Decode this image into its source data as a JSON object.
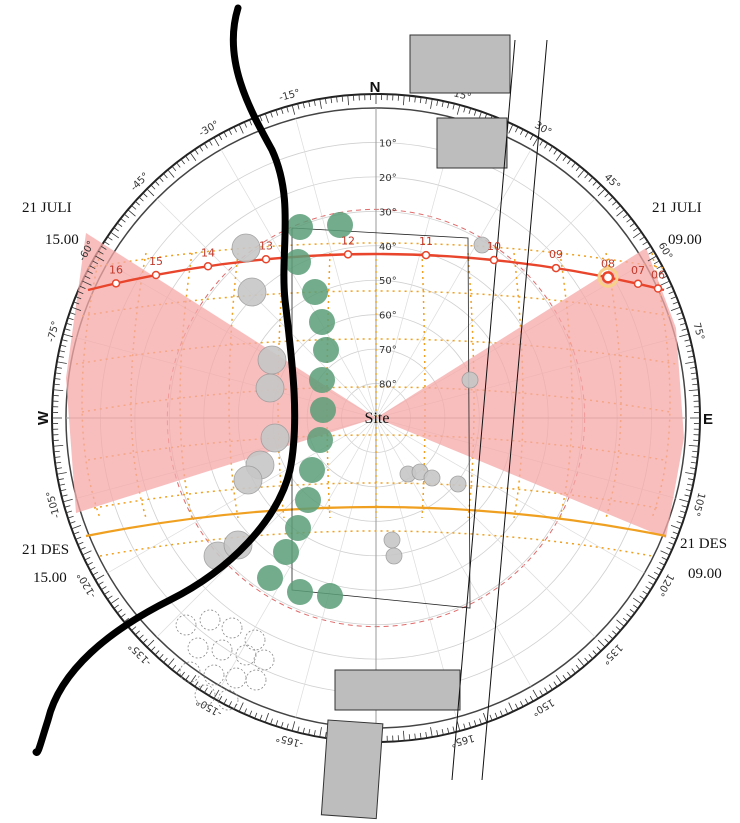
{
  "compass": {
    "north": "N",
    "east": "E",
    "west": "W"
  },
  "site_label": "Site",
  "annotations": {
    "summer_afternoon": {
      "date": "21 JULI",
      "time": "15.00"
    },
    "summer_morning": {
      "date": "21 JULI",
      "time": "09.00"
    },
    "winter_afternoon": {
      "date": "21 DES",
      "time": "15.00"
    },
    "winter_morning": {
      "date": "21 DES",
      "time": "09.00"
    }
  },
  "azimuth_labels": [
    {
      "angle": -165,
      "text": "-165°"
    },
    {
      "angle": -150,
      "text": "-150°"
    },
    {
      "angle": -135,
      "text": "-135°"
    },
    {
      "angle": -120,
      "text": "-120°"
    },
    {
      "angle": -105,
      "text": "-105°"
    },
    {
      "angle": -75,
      "text": "-75°"
    },
    {
      "angle": -60,
      "text": "-60°"
    },
    {
      "angle": -45,
      "text": "-45°"
    },
    {
      "angle": -30,
      "text": "-30°"
    },
    {
      "angle": -15,
      "text": "-15°"
    },
    {
      "angle": 15,
      "text": "15°"
    },
    {
      "angle": 30,
      "text": "30°"
    },
    {
      "angle": 45,
      "text": "45°"
    },
    {
      "angle": 60,
      "text": "60°"
    },
    {
      "angle": 75,
      "text": "75°"
    },
    {
      "angle": 105,
      "text": "105°"
    },
    {
      "angle": 120,
      "text": "120°"
    },
    {
      "angle": 135,
      "text": "135°"
    },
    {
      "angle": 150,
      "text": "150°"
    },
    {
      "angle": 165,
      "text": "165°"
    }
  ],
  "elevation_labels": [
    {
      "alt": 10,
      "text": "10°"
    },
    {
      "alt": 20,
      "text": "20°"
    },
    {
      "alt": 30,
      "text": "30°"
    },
    {
      "alt": 40,
      "text": "40°"
    },
    {
      "alt": 50,
      "text": "50°"
    },
    {
      "alt": 60,
      "text": "60°"
    },
    {
      "alt": 70,
      "text": "70°"
    },
    {
      "alt": 80,
      "text": "80°"
    }
  ],
  "sun_path_hours": [
    "16",
    "15",
    "14",
    "13",
    "12",
    "11",
    "10",
    "09",
    "08",
    "07",
    "06"
  ],
  "colors": {
    "sun_path": "#e8452c",
    "winter_path": "#f0a020",
    "shade_wedge": "#f6a8a8",
    "tree": "#5a9e78",
    "building": "#bdbdbd",
    "road": "#000000"
  }
}
